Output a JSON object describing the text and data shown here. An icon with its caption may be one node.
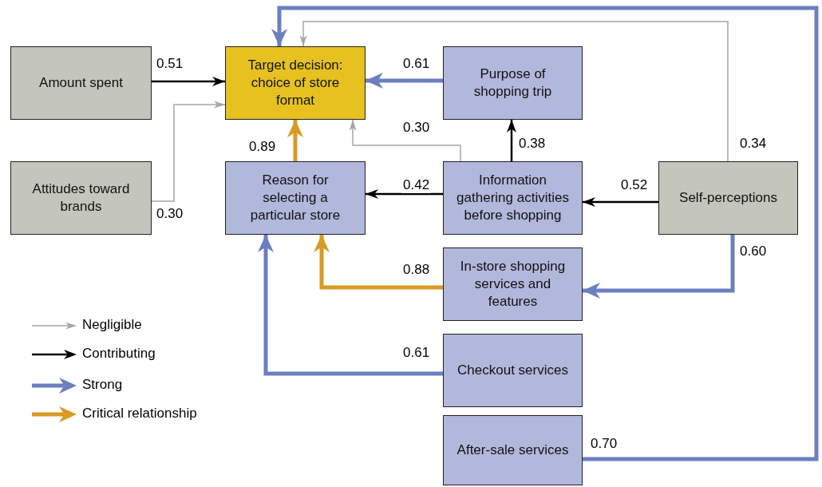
{
  "diagram": {
    "nodes": [
      {
        "text": [
          "Amount spent"
        ]
      },
      {
        "text": [
          "Target decision: choice of store format"
        ]
      },
      {
        "text": [
          "Purpose of shopping trip"
        ]
      },
      {
        "text": [
          "Attitudes toward brands"
        ]
      },
      {
        "text": [
          "Reason for selecting a particular store"
        ]
      },
      {
        "text": [
          "Information gathering activities before shopping"
        ]
      },
      {
        "text": [
          "Self-perceptions"
        ]
      },
      {
        "text": [
          "In-store shopping services and features"
        ]
      },
      {
        "text": [
          "Checkout services"
        ]
      },
      {
        "text": [
          "After-sale services"
        ]
      }
    ],
    "edges": [
      {
        "from": 0,
        "to": 1,
        "arrow": "to",
        "label": "0.51"
      },
      {
        "from": 3,
        "to": 1,
        "arrow": "to",
        "label": "0.30",
        "color": "#a6a6a6"
      },
      {
        "from": 2,
        "to": 1,
        "arrow": "to",
        "label": "0.61",
        "style": "thick",
        "color": "#6b7fc0"
      },
      {
        "from": 4,
        "to": 1,
        "arrow": "to",
        "label": "0.89",
        "style": "thick",
        "color": "#d89a22"
      },
      {
        "from": 5,
        "to": 1,
        "arrow": "to",
        "label": "0.30",
        "color": "#a6a6a6"
      },
      {
        "from": 5,
        "to": 2,
        "arrow": "to",
        "label": "0.38"
      },
      {
        "from": 5,
        "to": 4,
        "arrow": "to",
        "label": "0.42"
      },
      {
        "from": 6,
        "to": 5,
        "arrow": "to",
        "label": "0.52"
      },
      {
        "from": 6,
        "to": 1,
        "arrow": "to",
        "label": "0.34",
        "color": "#a6a6a6"
      },
      {
        "from": 6,
        "to": 7,
        "arrow": "to",
        "label": "0.60",
        "style": "thick",
        "color": "#6b7fc0"
      },
      {
        "from": 7,
        "to": 4,
        "arrow": "to",
        "label": "0.88",
        "style": "thick",
        "color": "#d89a22"
      },
      {
        "from": 8,
        "to": 4,
        "arrow": "to",
        "label": "0.61",
        "style": "thick",
        "color": "#6b7fc0"
      },
      {
        "from": 9,
        "to": 1,
        "arrow": "to",
        "label": "0.70",
        "style": "thick",
        "color": "#6b7fc0"
      }
    ],
    "legend": [
      {
        "text": "Negligible"
      },
      {
        "text": "Contributing"
      },
      {
        "text": "Strong"
      },
      {
        "text": "Critical relationship"
      }
    ]
  }
}
